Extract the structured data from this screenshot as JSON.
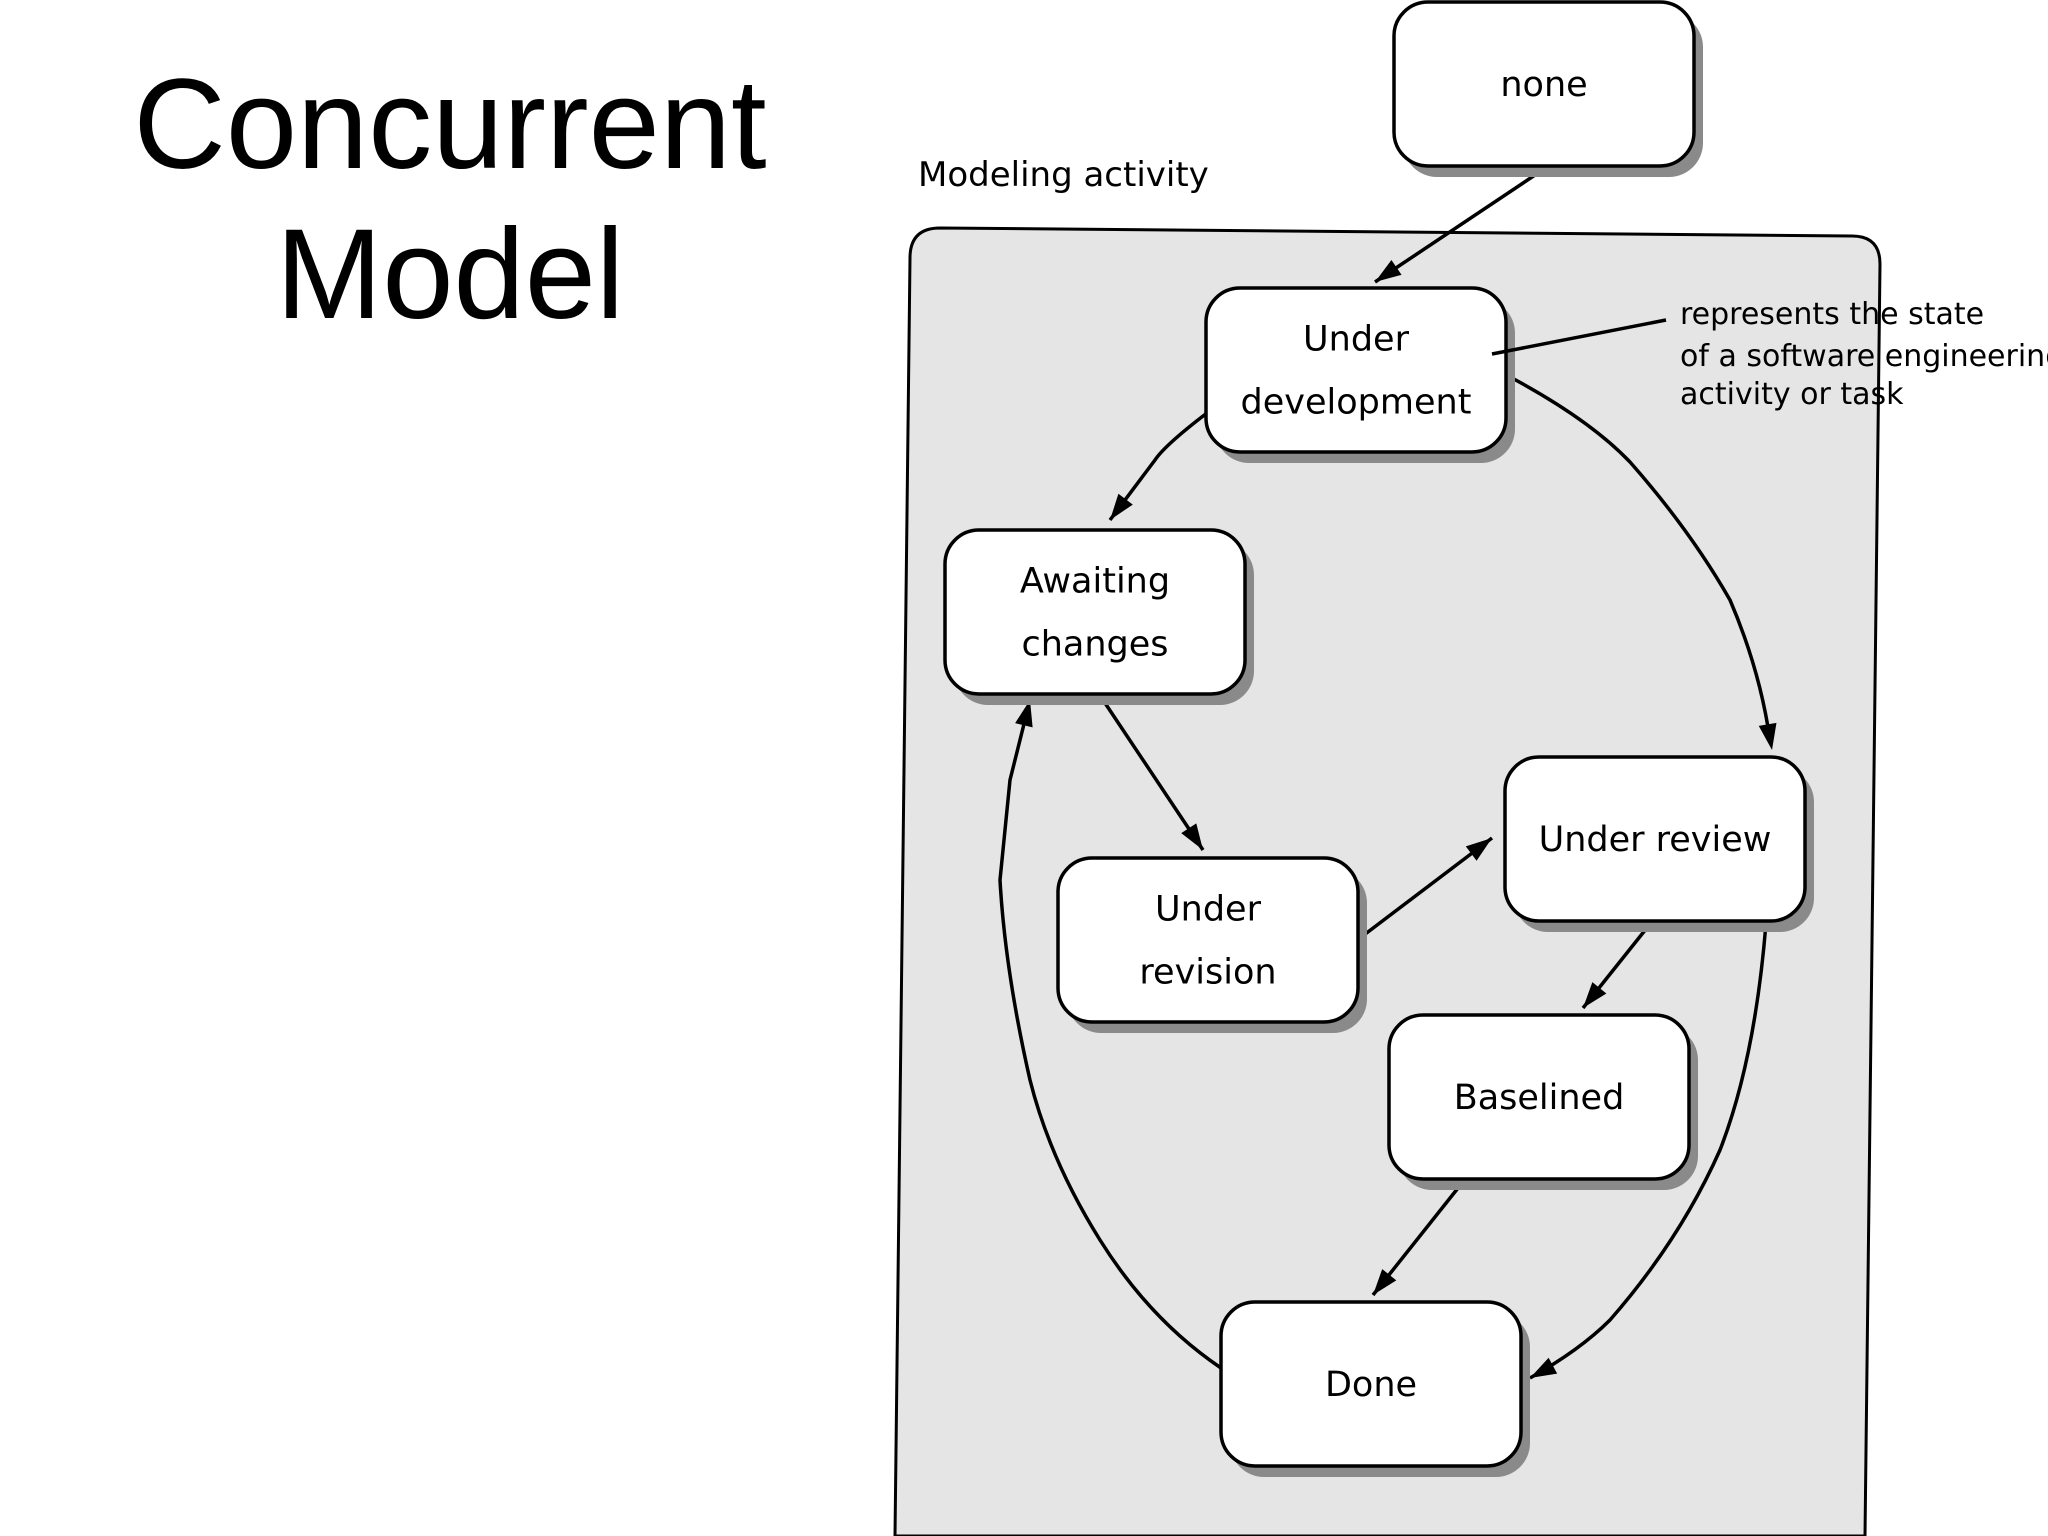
{
  "title": [
    "Concurrent",
    "Model"
  ],
  "diagram": {
    "container_label": "Modeling activity",
    "annotation": [
      "represents the state",
      "of a software engineering",
      "activity or task"
    ],
    "states": [
      {
        "id": "none",
        "lines": [
          "none"
        ]
      },
      {
        "id": "under-development",
        "lines": [
          "Under",
          "development"
        ]
      },
      {
        "id": "awaiting-changes",
        "lines": [
          "Awaiting",
          "changes"
        ]
      },
      {
        "id": "under-revision",
        "lines": [
          "Under",
          "revision"
        ]
      },
      {
        "id": "under-review",
        "lines": [
          "Under review"
        ]
      },
      {
        "id": "baselined",
        "lines": [
          "Baselined"
        ]
      },
      {
        "id": "done",
        "lines": [
          "Done"
        ]
      }
    ],
    "transitions": [
      {
        "from": "none",
        "to": "under-development"
      },
      {
        "from": "under-development",
        "to": "awaiting-changes"
      },
      {
        "from": "under-development",
        "to": "under-review"
      },
      {
        "from": "awaiting-changes",
        "to": "under-revision"
      },
      {
        "from": "under-revision",
        "to": "under-review"
      },
      {
        "from": "under-review",
        "to": "baselined"
      },
      {
        "from": "under-review",
        "to": "done"
      },
      {
        "from": "baselined",
        "to": "done"
      },
      {
        "from": "done",
        "to": "awaiting-changes"
      }
    ]
  }
}
